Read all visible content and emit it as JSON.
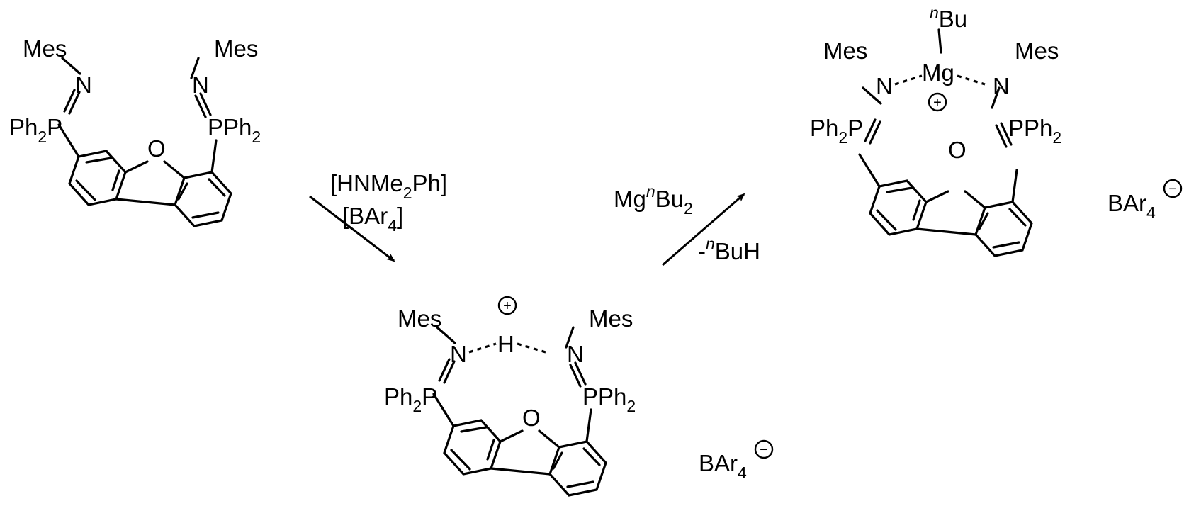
{
  "colors": {
    "ink": "#000000",
    "background": "#ffffff"
  },
  "labels": {
    "mes": "Mes",
    "n": "N",
    "p": "P",
    "ph": "Ph",
    "two": "2",
    "o": "O",
    "h": "H",
    "mg": "Mg",
    "bu": "Bu",
    "n_prefix": "n",
    "b": "B",
    "ar": "Ar",
    "four": "4"
  },
  "reagents": {
    "step1": {
      "line1_a": "[HNMe",
      "line1_b": "Ph]",
      "line2_a": "[BAr",
      "line2_b": "]"
    },
    "step2": {
      "above_a": "Mg",
      "above_b": "Bu",
      "below_a": "-",
      "below_b": "BuH"
    }
  },
  "charges": {
    "plus": "+",
    "minus": "−"
  }
}
